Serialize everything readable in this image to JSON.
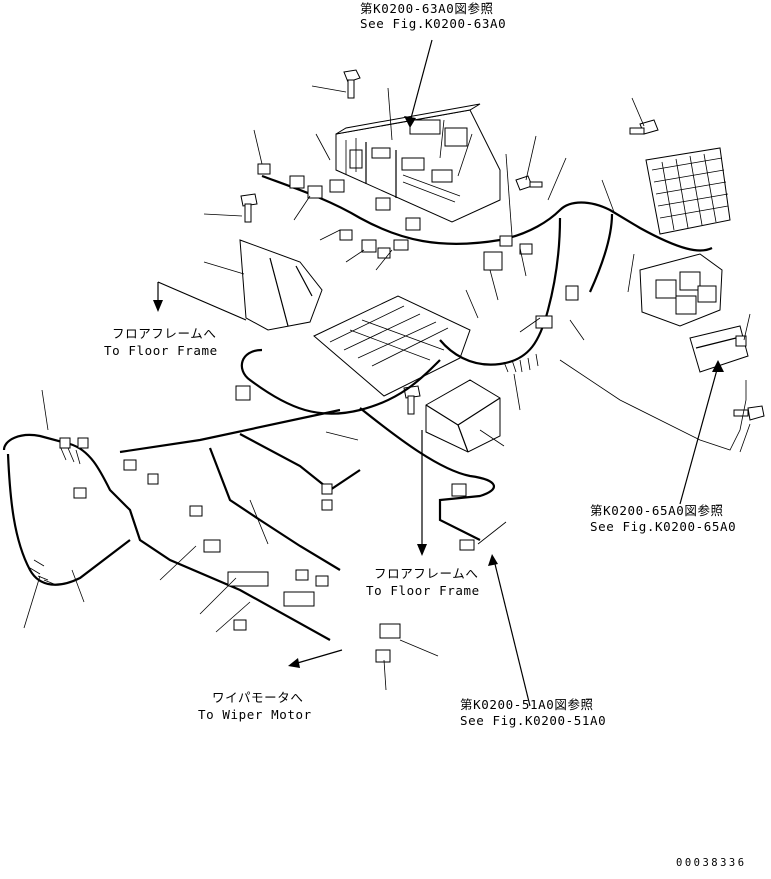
{
  "callouts": {
    "top_relay_box": {
      "jp": "第K0200-63A0図参照",
      "en": "See Fig.K0200-63A0"
    },
    "right_relay": {
      "jp": "第K0200-65A0図参照",
      "en": "See Fig.K0200-65A0"
    },
    "bottom_right": {
      "jp": "第K0200-51A0図参照",
      "en": "See Fig.K0200-51A0"
    },
    "floor_frame_left": {
      "jp": "フロアフレームへ",
      "en": "To Floor Frame"
    },
    "floor_frame_center": {
      "jp": "フロアフレームへ",
      "en": "To Floor Frame"
    },
    "wiper_motor": {
      "jp": "ワイパモータへ",
      "en": "To Wiper Motor"
    }
  },
  "drawing_number": "00038336"
}
